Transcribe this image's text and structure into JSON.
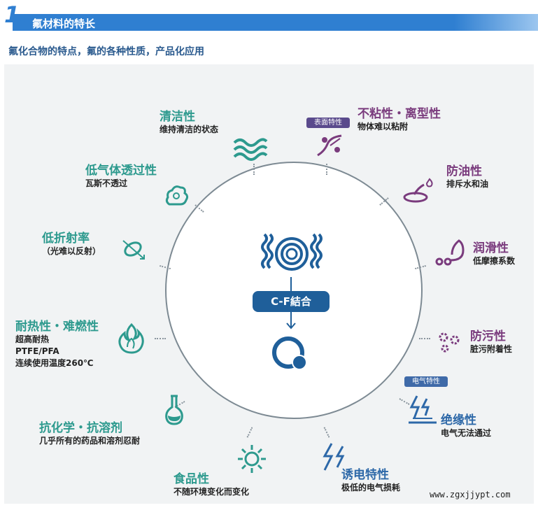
{
  "header": {
    "number": "1.",
    "title": "氟材料的特长"
  },
  "subtitle": "氟化合物的特点，氟的各种性质，产品化应用",
  "center": {
    "label": "C-F結合"
  },
  "colors": {
    "teal": "#2d9a8e",
    "purple": "#7a3b7d",
    "blue": "#2d68a8",
    "header": "#2f7fd1"
  },
  "features": {
    "cleanliness": {
      "title": "清洁性",
      "desc": "维持清洁的状态",
      "icon": "waves-icon"
    },
    "gas_barrier": {
      "title": "低气体透过性",
      "desc": "瓦斯不透过",
      "icon": "gas-cloud-icon"
    },
    "refraction": {
      "title": "低折射率",
      "desc": "（光难以反射）",
      "icon": "light-refraction-icon"
    },
    "heat": {
      "title": "耐热性・难燃性",
      "desc1": "超高耐热",
      "desc2": "PTFE/PFA",
      "desc3": "连续使用温度260℃",
      "icon": "flame-icon"
    },
    "chemical": {
      "title": "抗化学・抗溶剂",
      "desc": "几乎所有的药品和溶剂忍耐",
      "icon": "flask-icon"
    },
    "food": {
      "title": "食品性",
      "desc": "不随环境变化而变化",
      "icon": "sun-icon"
    },
    "non_stick": {
      "tag": "表面特性",
      "title": "不粘性・离型性",
      "desc": "物体难以粘附",
      "icon": "non-stick-icon"
    },
    "oil": {
      "title": "防油性",
      "desc": "排斥水和油",
      "icon": "oil-drop-icon"
    },
    "lubricity": {
      "title": "润滑性",
      "desc": "低摩擦系数",
      "icon": "lubricity-icon"
    },
    "antifouling": {
      "title": "防污性",
      "desc": "脏污附着性",
      "icon": "gears-icon"
    },
    "insulation": {
      "tag": "电气特性",
      "title": "绝缘性",
      "desc": "电气无法通过",
      "icon": "insulation-icon"
    },
    "dielectric": {
      "title": "诱电特性",
      "desc": "极低的电气损耗",
      "icon": "lightning-icon"
    }
  },
  "watermark": "www.zgxjjypt.com"
}
